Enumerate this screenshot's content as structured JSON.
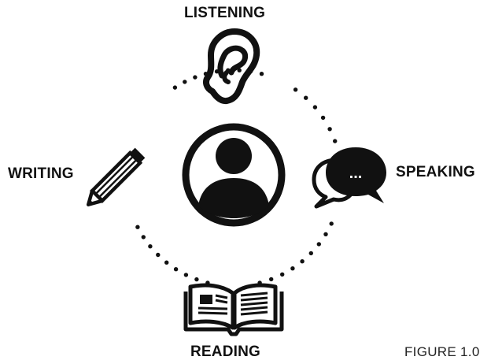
{
  "labels": {
    "listening": "LISTENING",
    "writing": "WRITING",
    "speaking": "SPEAKING",
    "reading": "READING"
  },
  "caption": "FIGURE 1.0",
  "speech_bubble_text": "...",
  "icons": {
    "center": "person-icon",
    "top": "ear-icon",
    "left": "pencil-icon",
    "right": "speech-bubbles-icon",
    "bottom": "open-book-icon"
  },
  "colors": {
    "ink": "#111111",
    "background": "#ffffff"
  }
}
